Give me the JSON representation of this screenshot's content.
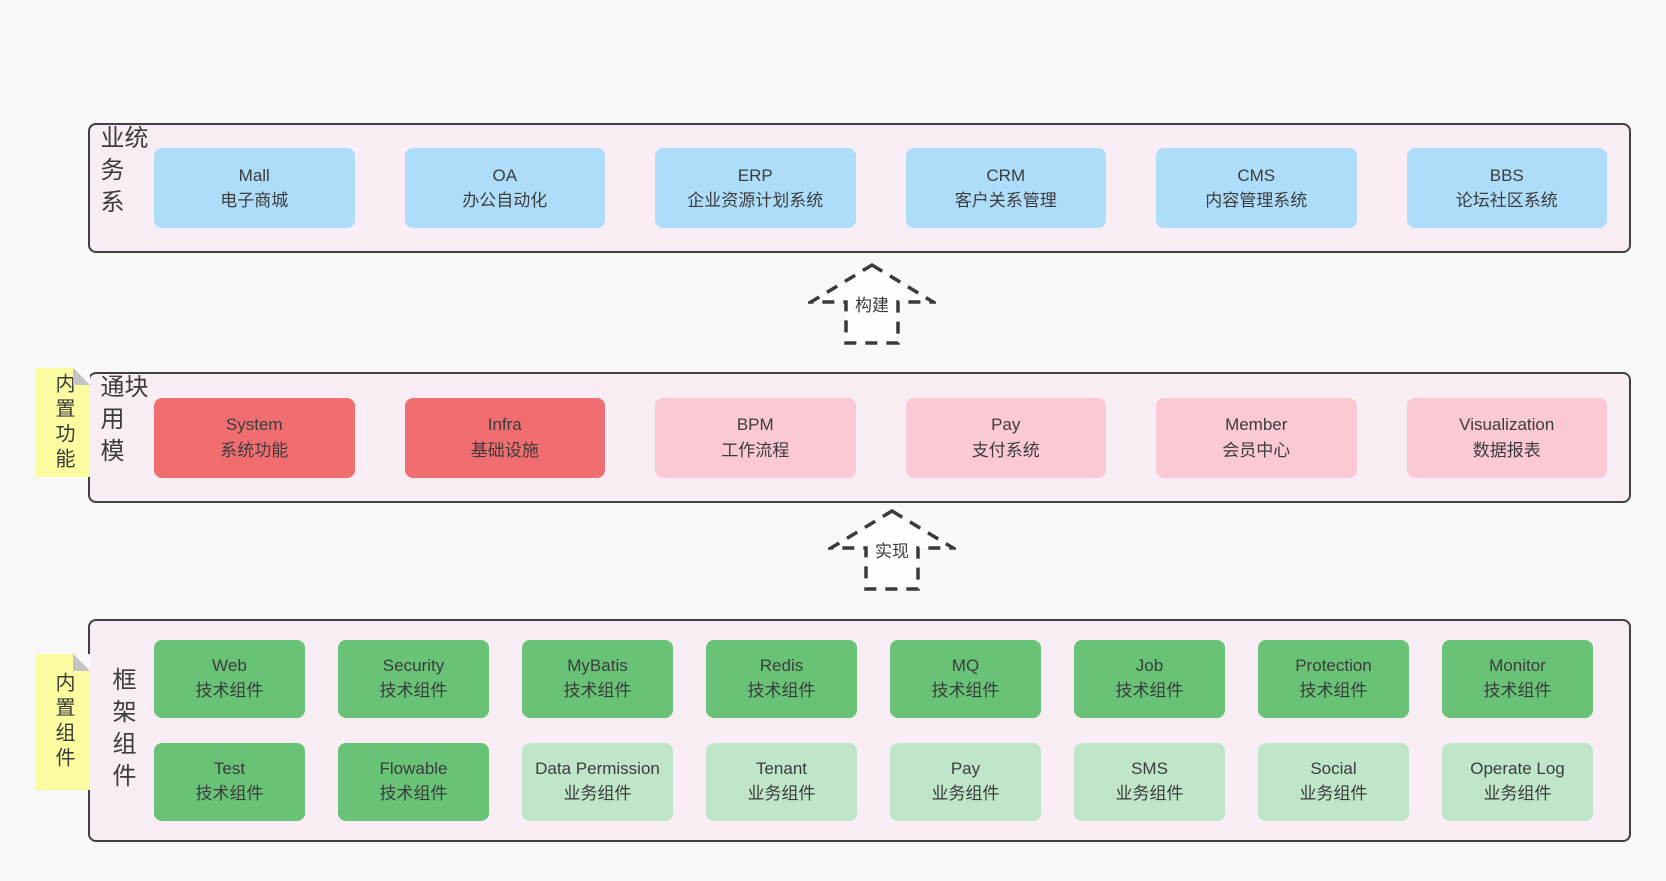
{
  "colors": {
    "page-bg": "#f8f8f8",
    "band-bg": "#f8ecf5",
    "border": "#404040",
    "text": "#3c3c3c",
    "blue": "#aeddfa",
    "red": "#f06d70",
    "pink": "#fbc9d3",
    "green": "#68c377",
    "green-light": "#bfe6c8",
    "yellow": "#fbfb9f",
    "fold": "#c4c4c4"
  },
  "arrows": {
    "build": {
      "label": "构建"
    },
    "implement": {
      "label": "实现"
    }
  },
  "business_section": {
    "side_label": "业务系统",
    "items": [
      {
        "name": "Mall",
        "desc": "电子商城",
        "variant": "blue"
      },
      {
        "name": "OA",
        "desc": "办公自动化",
        "variant": "blue"
      },
      {
        "name": "ERP",
        "desc": "企业资源计划系统",
        "variant": "blue"
      },
      {
        "name": "CRM",
        "desc": "客户关系管理",
        "variant": "blue"
      },
      {
        "name": "CMS",
        "desc": "内容管理系统",
        "variant": "blue"
      },
      {
        "name": "BBS",
        "desc": "论坛社区系统",
        "variant": "blue"
      }
    ]
  },
  "modules_section": {
    "sticky_label": "内置功能",
    "side_label": "通用模块",
    "items": [
      {
        "name": "System",
        "desc": "系统功能",
        "variant": "red"
      },
      {
        "name": "Infra",
        "desc": "基础设施",
        "variant": "red"
      },
      {
        "name": "BPM",
        "desc": "工作流程",
        "variant": "pink"
      },
      {
        "name": "Pay",
        "desc": "支付系统",
        "variant": "pink"
      },
      {
        "name": "Member",
        "desc": "会员中心",
        "variant": "pink"
      },
      {
        "name": "Visualization",
        "desc": "数据报表",
        "variant": "pink"
      }
    ]
  },
  "framework_section": {
    "sticky_label": "内置组件",
    "side_label": "框架组件",
    "row1": [
      {
        "name": "Web",
        "desc": "技术组件",
        "variant": "green"
      },
      {
        "name": "Security",
        "desc": "技术组件",
        "variant": "green"
      },
      {
        "name": "MyBatis",
        "desc": "技术组件",
        "variant": "green"
      },
      {
        "name": "Redis",
        "desc": "技术组件",
        "variant": "green"
      },
      {
        "name": "MQ",
        "desc": "技术组件",
        "variant": "green"
      },
      {
        "name": "Job",
        "desc": "技术组件",
        "variant": "green"
      },
      {
        "name": "Protection",
        "desc": "技术组件",
        "variant": "green"
      },
      {
        "name": "Monitor",
        "desc": "技术组件",
        "variant": "green"
      }
    ],
    "row2": [
      {
        "name": "Test",
        "desc": "技术组件",
        "variant": "green"
      },
      {
        "name": "Flowable",
        "desc": "技术组件",
        "variant": "green"
      },
      {
        "name": "Data Permission",
        "desc": "业务组件",
        "variant": "green-light"
      },
      {
        "name": "Tenant",
        "desc": "业务组件",
        "variant": "green-light"
      },
      {
        "name": "Pay",
        "desc": "业务组件",
        "variant": "green-light"
      },
      {
        "name": "SMS",
        "desc": "业务组件",
        "variant": "green-light"
      },
      {
        "name": "Social",
        "desc": "业务组件",
        "variant": "green-light"
      },
      {
        "name": "Operate Log",
        "desc": "业务组件",
        "variant": "green-light"
      }
    ]
  }
}
